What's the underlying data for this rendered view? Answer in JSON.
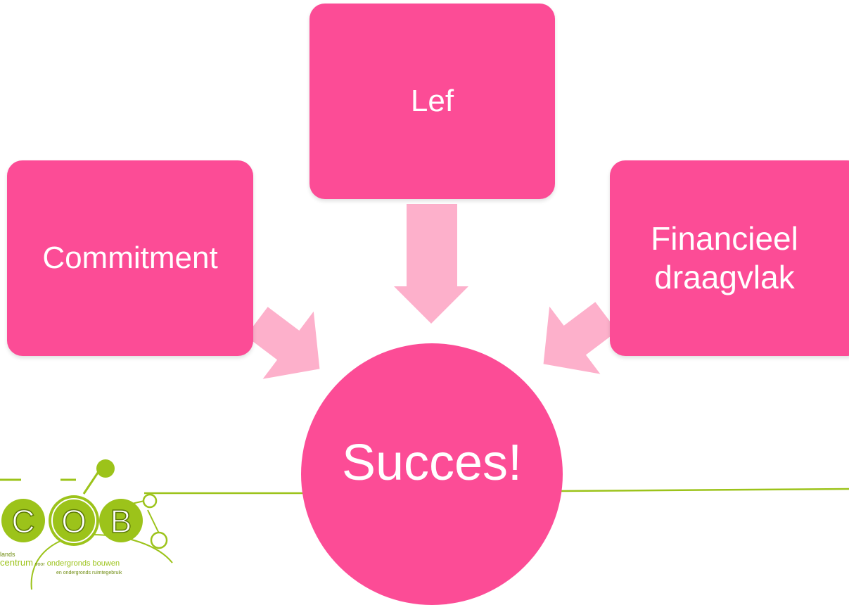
{
  "diagram": {
    "boxes": {
      "commitment": "Commitment",
      "lef": "Lef",
      "financieel": "Financieel\ndraagvlak"
    },
    "center": "Succes!"
  },
  "logo": {
    "letters": [
      "C",
      "O",
      "B"
    ],
    "line1": "lands",
    "line2_prefix": "centrum",
    "line2_small": "voor",
    "line2_suffix": "ondergronds bouwen",
    "line3": "en ondergronds ruimtegebruik"
  },
  "colors": {
    "box_fill": "#fc4c96",
    "arrow_fill": "#fdb0cb",
    "accent_green": "#9cc31a",
    "text_on_fill": "#ffffff"
  }
}
